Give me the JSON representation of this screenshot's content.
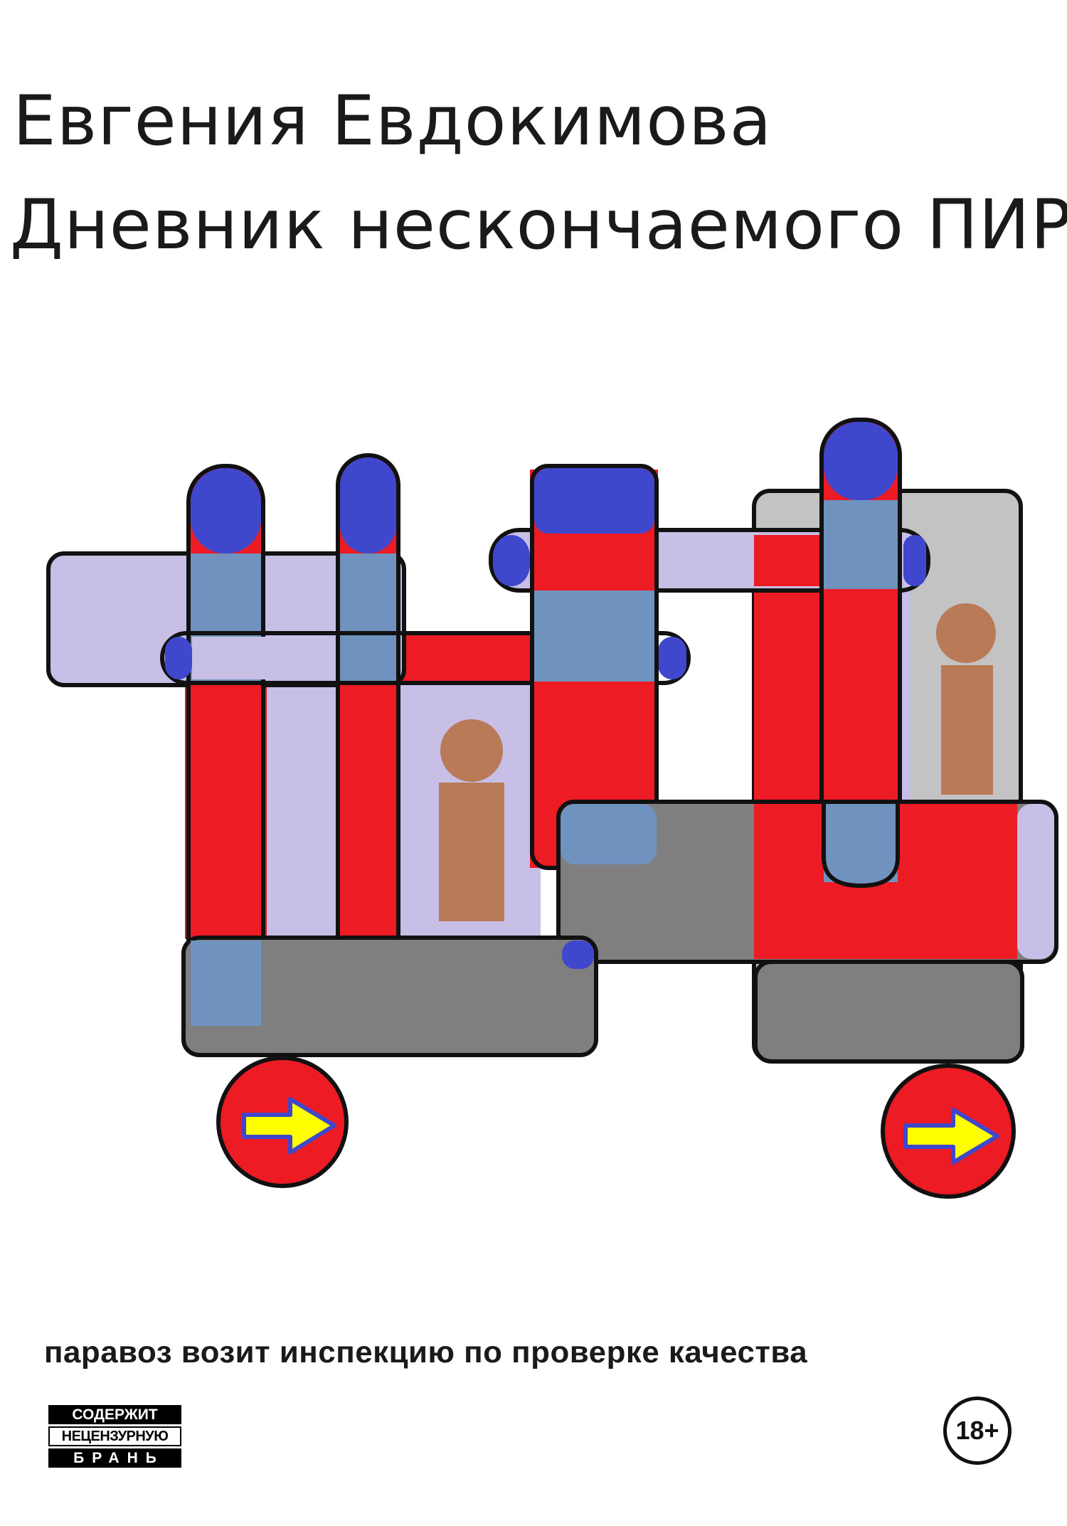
{
  "cover": {
    "author": "Евгения Евдокимова",
    "title": "Дневник нескончаемого ПИРа",
    "subtitle": "паравоз возит инспекцию по проверке качества"
  },
  "badges": {
    "warning_line1": "СОДЕРЖИТ",
    "warning_line2": "НЕЦЕНЗУРНУЮ",
    "warning_line3": "БРАНЬ",
    "age_rating": "18+"
  },
  "palette": {
    "red": "#ed1c24",
    "blue": "#3f48cc",
    "lavender": "#c8bfe7",
    "steel_blue": "#7092be",
    "dark_gray": "#7f7f7f",
    "light_gray": "#c3c3c3",
    "brown": "#b97a57",
    "yellow": "#ffff00"
  },
  "illustration": {
    "subject": "locomotive",
    "icons": [
      "arrow-right-icon",
      "arrow-right-icon"
    ]
  }
}
